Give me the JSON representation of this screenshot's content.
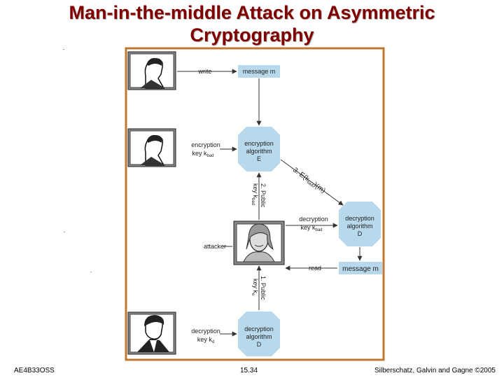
{
  "slide": {
    "title_line1": "Man-in-the-middle Attack on Asymmetric",
    "title_line2": "Cryptography"
  },
  "diagram": {
    "write_label": "write",
    "message_top": "message m",
    "enc_key_label_1": "encryption",
    "enc_key_label_2": "key k",
    "enc_key_sub": "bad",
    "enc_algo_1": "encryption",
    "enc_algo_2": "algorithm",
    "enc_algo_3": "E",
    "step2_1": "2. Public",
    "step2_2": "key k",
    "step2_sub": "bad",
    "step3": "3. E(k",
    "step3_sub": "bad",
    "step3_end": ")(m)",
    "dec_key_mid_1": "decryption",
    "dec_key_mid_2": "key k",
    "dec_key_mid_sub": "bad",
    "dec_algo_mid_1": "decryption",
    "dec_algo_mid_2": "algorithm",
    "dec_algo_mid_3": "D",
    "attacker_label": "attacker",
    "read_label": "read",
    "message_bottom": "message m",
    "step1_1": "1. Public",
    "step1_2": "key k",
    "step1_sub": "e",
    "dec_key_bot_1": "decryption",
    "dec_key_bot_2": "key k",
    "dec_key_bot_sub": "d",
    "dec_algo_bot_1": "decryption",
    "dec_algo_bot_2": "algorithm",
    "dec_algo_bot_3": "D"
  },
  "footer": {
    "left": "AE4B33OSS",
    "center": "15.34",
    "right": "Silberschatz, Galvin and Gagne ©2005"
  },
  "colors": {
    "title": "#800000",
    "frame": "#c07830",
    "box_fill": "#b8d8ec",
    "arrow": "#333333"
  }
}
